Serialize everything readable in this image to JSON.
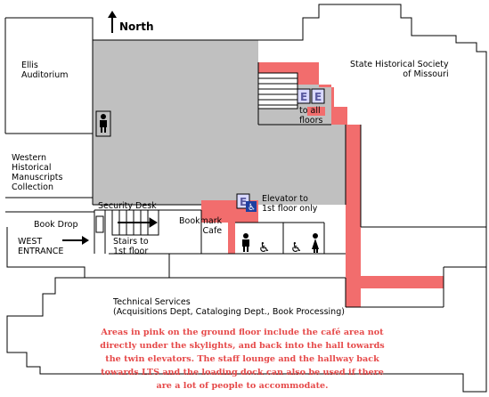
{
  "map": {
    "north_label": "North",
    "labels": {
      "ellis": "Ellis\nAuditorium",
      "state_society": "State Historical Society\nof Missouri",
      "to_all_floors": "to all\nfloors",
      "western": "Western\nHistorical\nManuscripts\nCollection",
      "elevator": "Elevator to\n1st floor only",
      "security": "Security Desk",
      "book_drop": "Book Drop",
      "bookmark": "Bookmark\nCafe",
      "west_entrance": "WEST\nENTRANCE",
      "stairs": "Stairs to\n1st floor",
      "technical": "Technical Services\n(Acquisitions Dept, Cataloging Dept., Book Processing)"
    },
    "note": "Areas in pink on the ground floor include the café area not directly under the skylights, and back into the hall towards the twin elevators.  The staff lounge and the hallway back towards LTS and the loading dock can also be used if there are a lot of people to accommodate.",
    "colors": {
      "pink": "#f26d6d",
      "gray": "#c0c0c0",
      "walls": "#000000",
      "note_text": "#e64a4a"
    },
    "icons": [
      "north-arrow-icon",
      "elevator-icon",
      "wheelchair-icon",
      "restroom-man-icon",
      "restroom-woman-icon",
      "stairs-icon",
      "west-entrance-arrow-icon"
    ]
  }
}
